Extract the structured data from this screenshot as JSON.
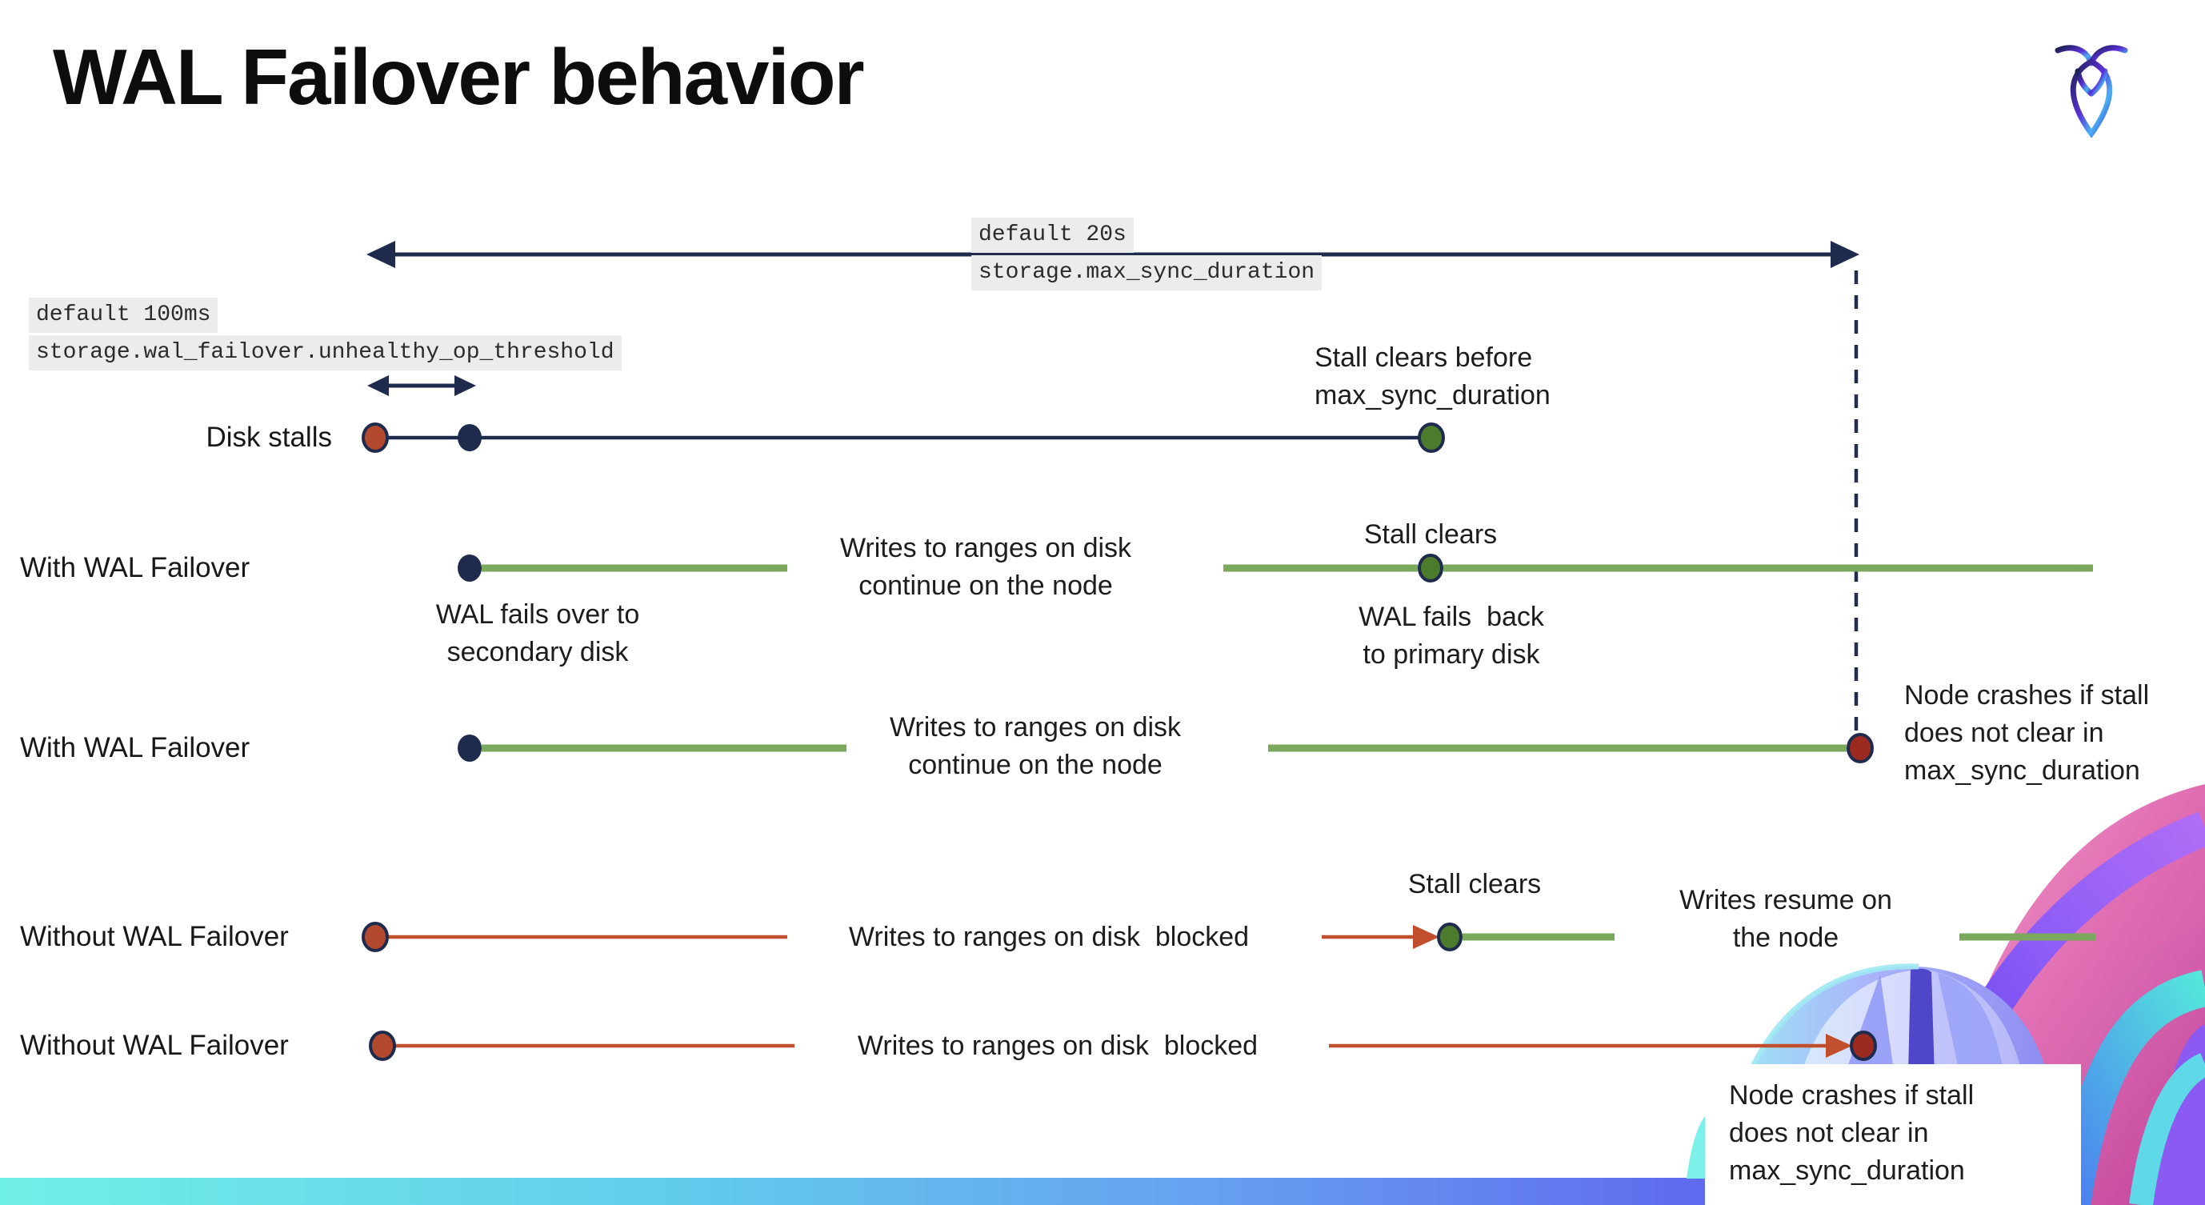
{
  "title": "WAL Failover behavior",
  "logo": {
    "name": "cockroachdb-logo"
  },
  "config_labels": {
    "max_sync_duration": {
      "default_value": "default 20s",
      "setting": "storage.max_sync_duration"
    },
    "unhealthy_op_threshold": {
      "default_value": "default 100ms",
      "setting": "storage.wal_failover.unhealthy_op_threshold"
    }
  },
  "rows": [
    {
      "id": "disk-stalls",
      "label": "Disk stalls"
    },
    {
      "id": "with-wal-failover-1",
      "label": "With WAL Failover"
    },
    {
      "id": "with-wal-failover-2",
      "label": "With WAL Failover"
    },
    {
      "id": "without-wal-failover-1",
      "label": "Without WAL Failover"
    },
    {
      "id": "without-wal-failover-2",
      "label": "Without WAL Failover"
    }
  ],
  "callouts": {
    "stall_clears_before": [
      "Stall clears before",
      "max_sync_duration"
    ],
    "wal_fails_over": [
      "WAL fails over to",
      "secondary disk"
    ],
    "writes_continue_1": [
      "Writes to ranges on disk",
      "continue on the node"
    ],
    "stall_clears_1": "Stall clears",
    "wal_fails_back": [
      "WAL fails  back",
      "to primary disk"
    ],
    "writes_continue_2": [
      "Writes to ranges on disk",
      "continue on the node"
    ],
    "node_crashes_1": [
      "Node crashes if stall",
      "does not clear in",
      "max_sync_duration"
    ],
    "writes_blocked_1": "Writes to ranges on disk  blocked",
    "stall_clears_2": "Stall clears",
    "writes_resume": [
      "Writes resume on",
      "the node"
    ],
    "writes_blocked_2": "Writes to ranges on disk  blocked",
    "node_crashes_2": [
      "Node crashes if stall",
      "does not clear in",
      "max_sync_duration"
    ]
  },
  "colors": {
    "navy": "#1e2b4d",
    "green_line": "#7aa95d",
    "green_dot": "#4c7b2e",
    "red_line": "#c14f2e",
    "red_dot": "#b34a2f",
    "crash_red": "#9c2a20",
    "label_bg": "#ececec",
    "text": "#1c1c1c",
    "bar_teal": "#70efe6",
    "bar_blue": "#66a0f0",
    "bar_indigo": "#7452f2"
  },
  "icons": {
    "decoration": "cockroach-wing-art"
  }
}
